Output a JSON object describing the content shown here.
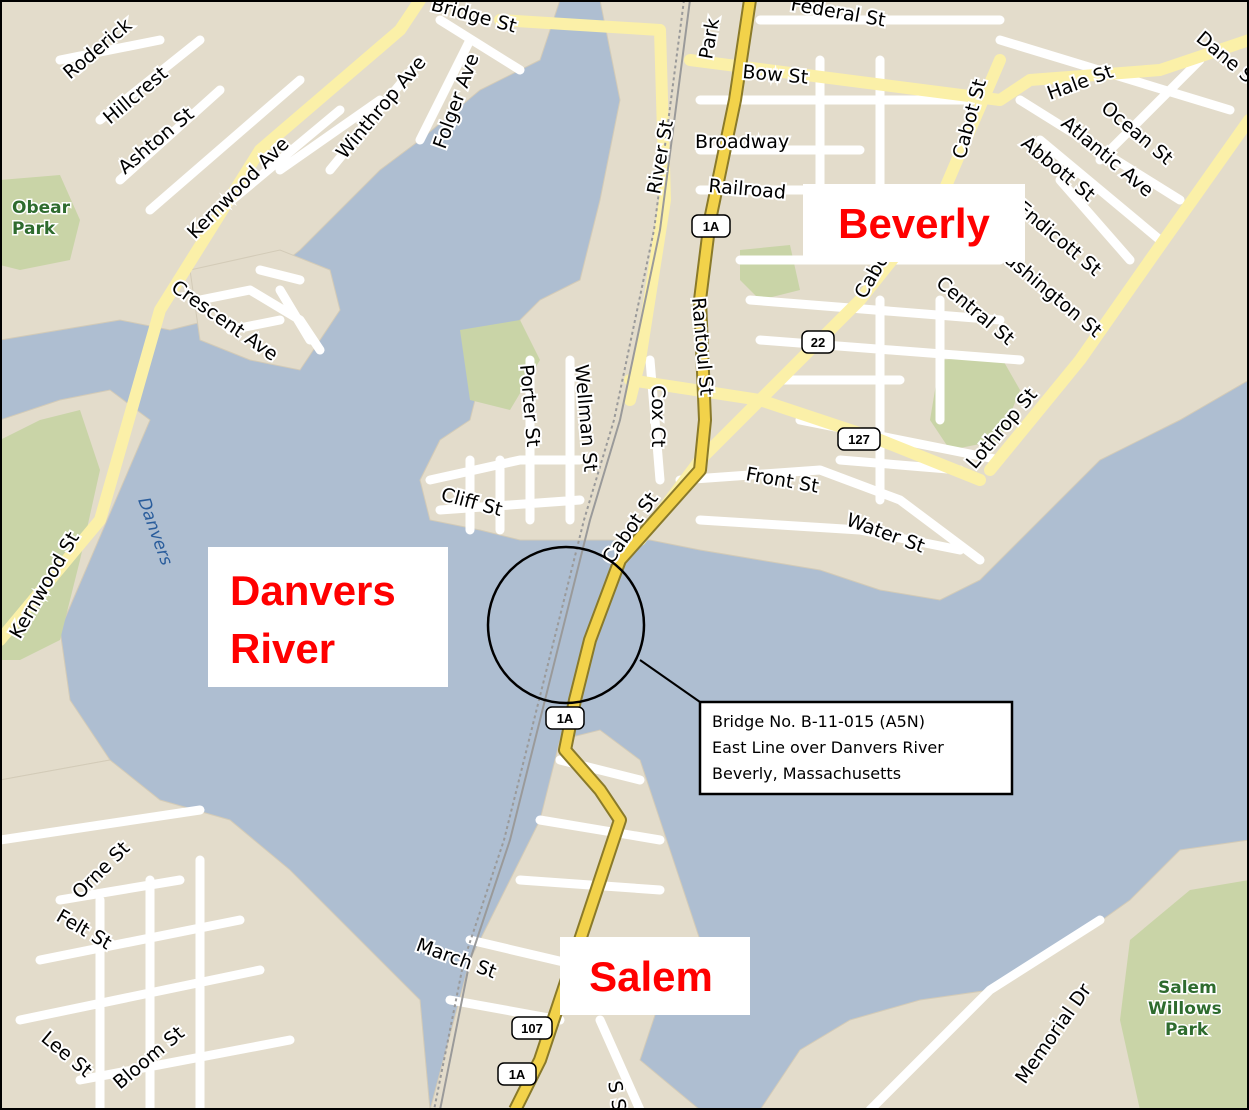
{
  "streets": [
    {
      "id": "roderick",
      "text": "Roderick"
    },
    {
      "id": "hillcrest",
      "text": "Hillcrest"
    },
    {
      "id": "ashton",
      "text": "Ashton St"
    },
    {
      "id": "kernwood_ave",
      "text": "Kernwood Ave"
    },
    {
      "id": "winthrop",
      "text": "Winthrop Ave"
    },
    {
      "id": "folger",
      "text": "Folger Ave"
    },
    {
      "id": "bridge_st",
      "text": "Bridge St"
    },
    {
      "id": "crescent",
      "text": "Crescent Ave"
    },
    {
      "id": "kernwood_st",
      "text": "Kernwood St"
    },
    {
      "id": "park",
      "text": "Park"
    },
    {
      "id": "federal",
      "text": "Federal St"
    },
    {
      "id": "bow",
      "text": "Bow St"
    },
    {
      "id": "broadway",
      "text": "Broadway"
    },
    {
      "id": "railroad",
      "text": "Railroad"
    },
    {
      "id": "river_st",
      "text": "River St"
    },
    {
      "id": "cabot_n",
      "text": "Cabot St"
    },
    {
      "id": "hale",
      "text": "Hale St"
    },
    {
      "id": "dane",
      "text": "Dane St"
    },
    {
      "id": "ocean",
      "text": "Ocean St"
    },
    {
      "id": "atlantic",
      "text": "Atlantic Ave"
    },
    {
      "id": "abbott",
      "text": "Abbott St"
    },
    {
      "id": "endicott",
      "text": "Endicott St"
    },
    {
      "id": "washington",
      "text": "Washington St"
    },
    {
      "id": "central",
      "text": "Central St"
    },
    {
      "id": "cabot_mid",
      "text": "Cabot"
    },
    {
      "id": "rantoul",
      "text": "Rantoul St"
    },
    {
      "id": "porter",
      "text": "Porter St"
    },
    {
      "id": "wellman",
      "text": "Wellman St"
    },
    {
      "id": "cox",
      "text": "Cox Ct"
    },
    {
      "id": "cliff",
      "text": "Cliff St"
    },
    {
      "id": "cabot_s",
      "text": "Cabot St"
    },
    {
      "id": "front",
      "text": "Front St"
    },
    {
      "id": "water",
      "text": "Water St"
    },
    {
      "id": "lothrop",
      "text": "Lothrop St"
    },
    {
      "id": "orne",
      "text": "Orne St"
    },
    {
      "id": "felt",
      "text": "Felt St"
    },
    {
      "id": "lee",
      "text": "Lee St"
    },
    {
      "id": "bloom",
      "text": "Bloom St"
    },
    {
      "id": "march",
      "text": "March St"
    },
    {
      "id": "memorial",
      "text": "Memorial Dr"
    },
    {
      "id": "s_st",
      "text": "S St"
    }
  ],
  "parks": {
    "obear": [
      "Obear",
      "Park"
    ],
    "salem_willows": [
      "Salem",
      "Willows",
      "Park"
    ]
  },
  "water_label": "Danvers",
  "shields": {
    "s1a_north": "1A",
    "s22": "22",
    "s127": "127",
    "s1a_bridge": "1A",
    "s107": "107",
    "s1a_south": "1A"
  },
  "place_labels": {
    "beverly": "Beverly",
    "danvers_line1": "Danvers",
    "danvers_line2": "River",
    "salem": "Salem"
  },
  "callout": {
    "line1": "Bridge No. B-11-015 (A5N)",
    "line2": "East Line over Danvers River",
    "line3": "Beverly, Massachusetts"
  },
  "colors": {
    "water": "#aebed1",
    "land": "#e3dccb",
    "park": "#c9d4a7",
    "street": "#ffffff",
    "major_road": "#fbf0a8",
    "highway": "#f2d24a",
    "label_red": "#ff0000"
  }
}
